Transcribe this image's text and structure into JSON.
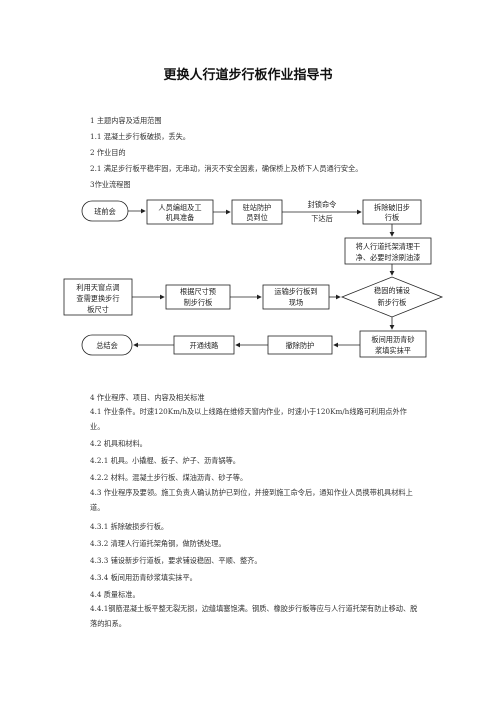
{
  "title": "更换人行道步行板作业指导书",
  "sections": {
    "s1": "1 主题内容及适用范围",
    "s1_1": "1.1 混凝土步行板破损，丢失。",
    "s2": "2 作业目的",
    "s2_1": "2.1 满足步行板平稳牢固，无串动，消灭不安全因素，确保桥上及桥下人员通行安全。",
    "s3": "3作业流程图"
  },
  "flow": {
    "meeting_before": "班前会",
    "prep_1": "人员编组及工",
    "prep_2": "机具准备",
    "guard_1": "驻站防护",
    "guard_2": "员到位",
    "order_1": "封锁命令",
    "order_2": "下达后",
    "remove_1": "拆除破旧步",
    "remove_2": "行板",
    "clean_1": "将人行道托架清理干",
    "clean_2": "净、必要时涂刷油漆",
    "skylight_1": "利用天窗点调",
    "skylight_2": "查需更换步行",
    "skylight_3": "板尺寸",
    "prefab_1": "根据尺寸预",
    "prefab_2": "制步行板",
    "transport_1": "运输步行板到",
    "transport_2": "现场",
    "lay_1": "稳固的铺设",
    "lay_2": "新步行板",
    "fill_1": "板间用沥青砂",
    "fill_2": "浆填实抹平",
    "cancel": "撤除防护",
    "open": "开通线路",
    "meeting_after": "总结会"
  },
  "body": {
    "s4": "4 作业程序、项目、内容及相关标准",
    "s4_1": "4.1 作业条件。时速120Km/h及以上线路在维修天窗内作业，时速小于120Km/h线路可利用点外作业。",
    "s4_2": "4.2 机具和材料。",
    "s4_2_1": "4.2.1 机具。小撬棍、扳子、炉子、沥青锅等。",
    "s4_2_2": "4.2.2 材料。混凝土步行板、煤油沥青、砂子等。",
    "s4_3": "4.3 作业程序及要领。施工负责人确认防护已到位，并接到施工命令后，通知作业人员携带机具材料上道。",
    "s4_3_1": "4.3.1 拆除破损步行板。",
    "s4_3_2": "4.3.2 清理人行道托架角钢，做防锈处理。",
    "s4_3_3": "4.3.3 铺设新步行道板，要求铺设稳固、平顺、整齐。",
    "s4_3_4": "4.3.4 板间用沥青砂浆填实抹平。",
    "s4_4": "4.4  质量标准。",
    "s4_4_1": "4.4.1钢筋混凝土板平整无裂无损，边缝填塞饱满。钢质、橡胶步行板等应与人行道托架有防止移动、脱落的扣系。"
  }
}
